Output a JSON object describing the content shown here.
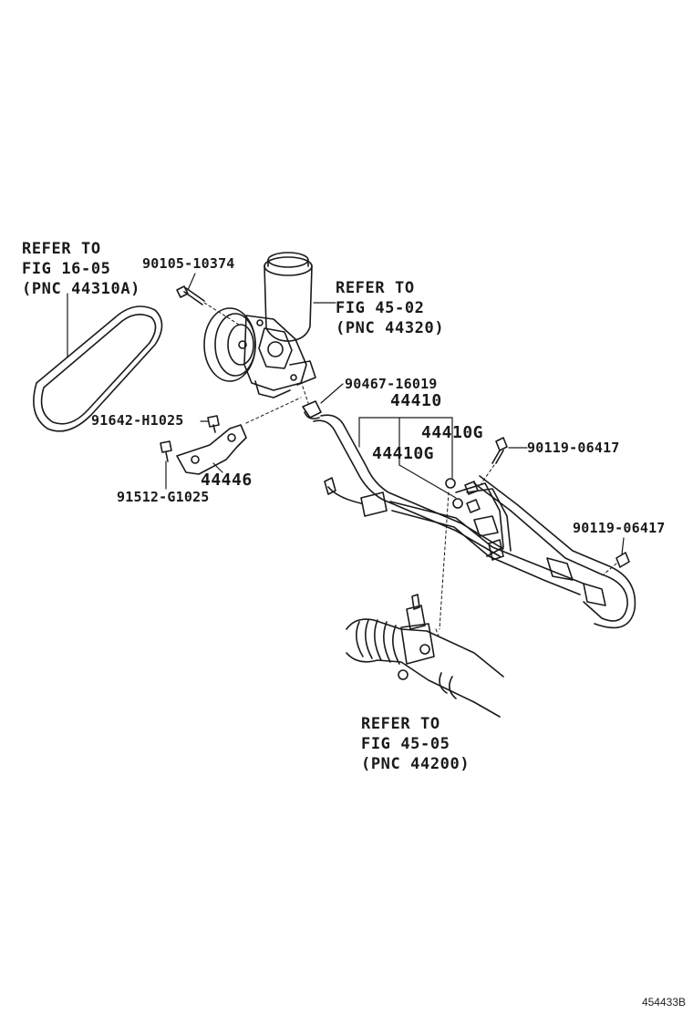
{
  "refs": {
    "belt": [
      "REFER TO",
      "FIG 16-05",
      "(PNC 44310A)"
    ],
    "reservoir": [
      "REFER TO",
      "FIG 45-02",
      "(PNC 44320)"
    ],
    "gear": [
      "REFER TO",
      "FIG 45-05",
      "(PNC 44200)"
    ]
  },
  "parts": {
    "bolt_pump": "90105-10374",
    "union_bolt": "90467-16019",
    "pressure_tube": "44410",
    "gasket_upper": "44410G",
    "gasket_lower": "44410G",
    "bolt_right_upper": "90119-06417",
    "bolt_right_lower": "90119-06417",
    "bolt_bracket_upper": "91642-H1025",
    "bracket": "44446",
    "bolt_bracket_lower": "91512-G1025"
  },
  "figure_id": "454433B",
  "colors": {
    "ink": "#1a1a1a"
  }
}
